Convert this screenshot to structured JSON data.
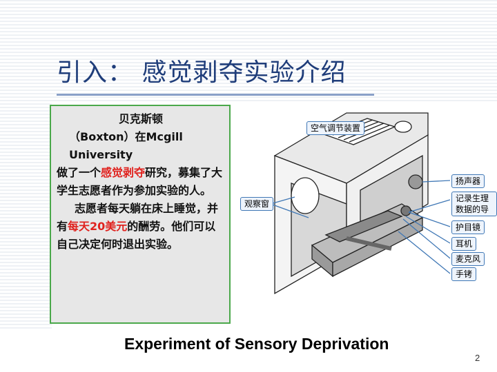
{
  "title": "引入： 感觉剥夺实验介绍",
  "textbox": {
    "line1": "贝克斯顿",
    "line2": "（Boxton）在Mcgill University",
    "p2_pre": "做了一个",
    "p2_hl": "感觉剥夺",
    "p2_post": "研究，募集了大学生志愿者作为参加实验的人。",
    "p3_pre": "志愿者每天躺在床上睡觉，并有",
    "p3_hl": "每天20美元",
    "p3_post": "的酬劳。他们可以自己决定何时退出实验。"
  },
  "figure": {
    "labels": {
      "air": "空气调节装置",
      "window": "观察窗",
      "speaker": "扬声器",
      "record": "记录生理数据的导线",
      "goggles": "护目镜",
      "earphones": "耳机",
      "mic": "麦克风",
      "cuffs": "手铐"
    }
  },
  "caption": "Experiment of Sensory Deprivation",
  "page_number": "2",
  "colors": {
    "title": "#1f3d7a",
    "highlight": "#e0221e",
    "box_border": "#4aa84a"
  }
}
